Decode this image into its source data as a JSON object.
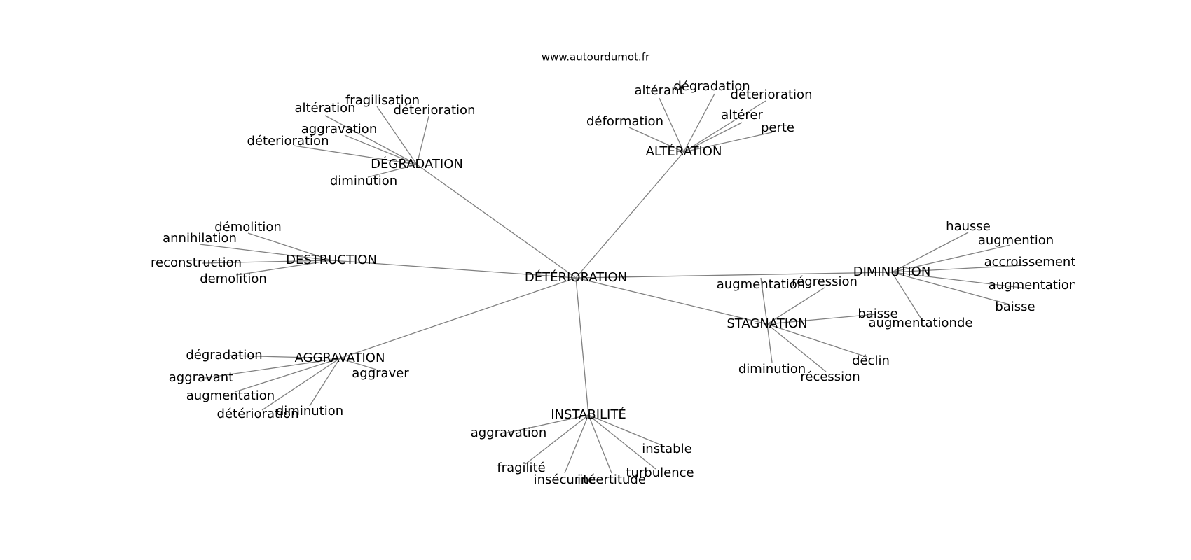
{
  "site": "www.autourdumot.fr",
  "colors": {
    "edge": "#808080",
    "text": "#000000",
    "background": "#ffffff"
  },
  "graph": {
    "root": "DÉTÉRIORATION",
    "hubs": [
      {
        "label": "DÉGRADATION",
        "leaves": [
          "altération",
          "fragilisation",
          "déterioration",
          "aggravation",
          "déterioration",
          "diminution"
        ]
      },
      {
        "label": "ALTÉRATION",
        "leaves": [
          "altérant",
          "dégradation",
          "déterioration",
          "altérer",
          "déformation",
          "perte"
        ]
      },
      {
        "label": "DESTRUCTION",
        "leaves": [
          "démolition",
          "annihilation",
          "reconstruction",
          "demolition"
        ]
      },
      {
        "label": "DIMINUTION",
        "leaves": [
          "hausse",
          "augmention",
          "accroissement",
          "augmentation",
          "baisse",
          "augmentationde"
        ]
      },
      {
        "label": "STAGNATION",
        "leaves": [
          "augmentation",
          "régression",
          "baisse",
          "déclin",
          "diminution",
          "récession"
        ]
      },
      {
        "label": "AGGRAVATION",
        "leaves": [
          "dégradation",
          "aggravant",
          "augmentation",
          "détérioration",
          "diminution",
          "aggraver"
        ]
      },
      {
        "label": "INSTABILITÉ",
        "leaves": [
          "aggravation",
          "fragilité",
          "insécurité",
          "incertitude",
          "instable",
          "turbulence"
        ]
      }
    ]
  }
}
